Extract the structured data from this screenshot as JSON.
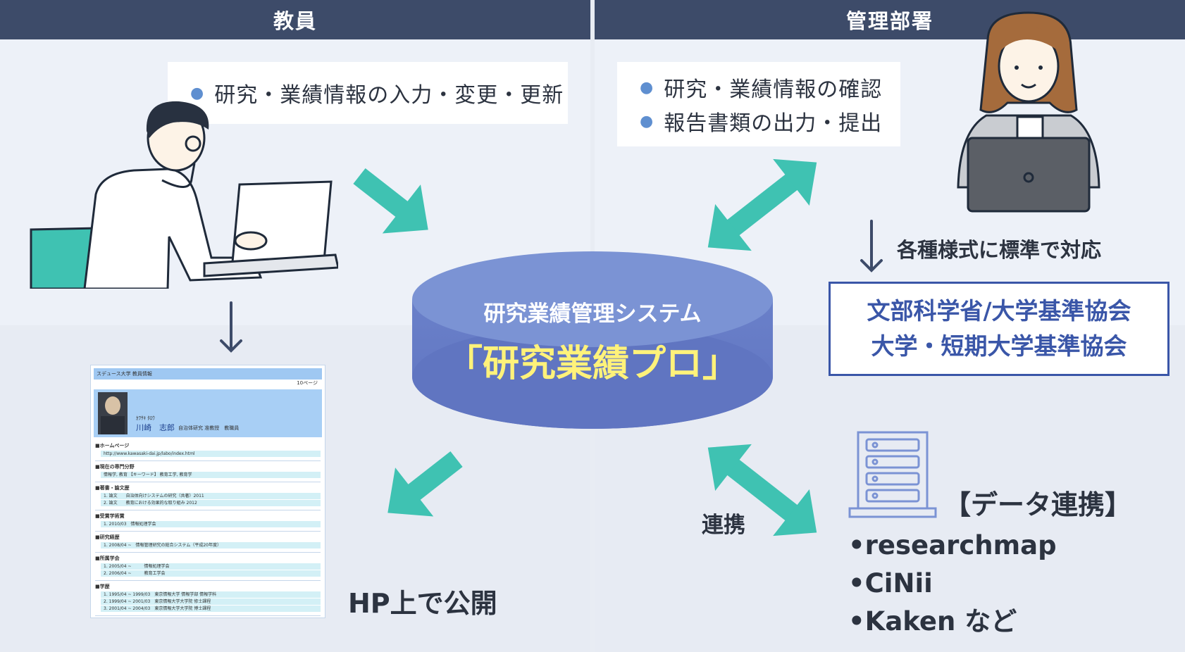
{
  "left_panel": {
    "header": "教員",
    "note": "研究・業績情報の入力・変更・更新",
    "publish_label": "HP上で公開"
  },
  "right_panel": {
    "header": "管理部署",
    "notes": [
      "研究・業績情報の確認",
      "報告書類の出力・提出"
    ],
    "standards_label": "各種様式に標準で対応",
    "standards_box": [
      "文部科学省/大学基準協会",
      "大学・短期大学基準協会"
    ],
    "link_label": "連携",
    "data_link_title": "【データ連携】",
    "data_link_items": [
      "•researchmap",
      "•CiNii",
      "•Kaken など"
    ]
  },
  "center": {
    "system_title": "研究業績管理システム",
    "product_name": "「研究業績プロ」"
  },
  "profile_page": {
    "header": "スデュース大学 教員情報",
    "top_right": "10ページ",
    "name_kana": "ｶﾜｻｷ ﾀﾛｳ",
    "name": "川崎　志郎",
    "affiliation": "自治体研究 准教授　教職員",
    "sections": [
      {
        "title": "■ホームページ",
        "rows": [
          "http://www.kawasaki-dai.jp/labo/index.html"
        ]
      },
      {
        "title": "■現在の専門分野",
        "rows": [
          "情報学, 教育 【キーワード】 教育工学, 教育学"
        ]
      },
      {
        "title": "■著書・論文歴",
        "rows": [
          "1. 論文　　自治体向けシステムの研究（共著）2011",
          "2. 論文　　教育における効果的な取り組み 2012"
        ]
      },
      {
        "title": "■受賞学術賞",
        "rows": [
          "1. 2010/03　情報処理学会"
        ]
      },
      {
        "title": "■研究経歴",
        "rows": [
          "1. 2008/04 ~　情報管理研究の総合システム（平成20年度）"
        ]
      },
      {
        "title": "■所属学会",
        "rows": [
          "1. 2005/04 ~　　　情報処理学会",
          "2. 2006/04 ~　　　教育工学会"
        ]
      },
      {
        "title": "■学歴",
        "rows": [
          "1. 1995/04 ~ 1999/03　東京情報大学 情報学部 情報学科",
          "2. 1999/04 ~ 2001/03　東京情報大学大学院 修士課程",
          "3. 2001/04 ~ 2004/03　東京情報大学大学院 博士課程"
        ]
      }
    ]
  },
  "colors": {
    "header_bg": "#3d4b69",
    "arrow_teal": "#3fc2b2",
    "cylinder_blue": "#7b93d4",
    "product_yellow": "#fff27a",
    "standards_border": "#3a56a8"
  }
}
